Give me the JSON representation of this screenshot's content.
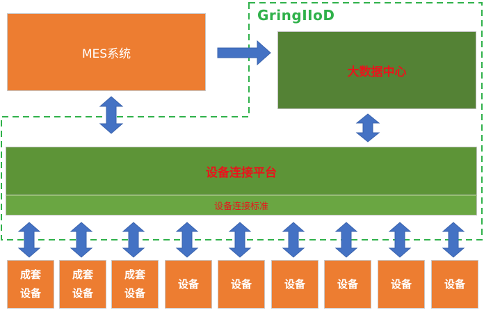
{
  "mes_system": {
    "label": "MES系统"
  },
  "big_data_center": {
    "label": "大数据中心"
  },
  "boundary": {
    "label": "GringIIoD"
  },
  "connection_platform": {
    "label": "设备连接平台"
  },
  "connection_standard": {
    "label": "设备连接标准"
  },
  "devices": [
    {
      "line1": "成套",
      "line2": "设备"
    },
    {
      "line1": "成套",
      "line2": "设备"
    },
    {
      "line1": "成套",
      "line2": "设备"
    },
    {
      "line1": "设备",
      "line2": ""
    },
    {
      "line1": "设备",
      "line2": ""
    },
    {
      "line1": "设备",
      "line2": ""
    },
    {
      "line1": "设备",
      "line2": ""
    },
    {
      "line1": "设备",
      "line2": ""
    },
    {
      "line1": "设备",
      "line2": ""
    }
  ],
  "colors": {
    "orange": "#ed7d31",
    "green": "#548235",
    "arrow": "#4472c4",
    "dashed": "#2fb14a",
    "red_text": "#e8141c"
  }
}
